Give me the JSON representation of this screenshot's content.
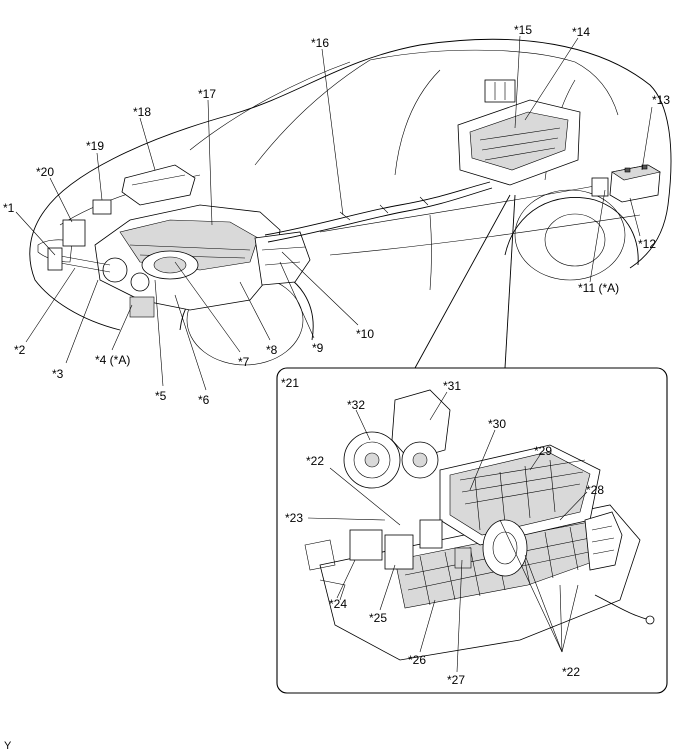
{
  "diagram": {
    "callouts": {
      "c1": "*1",
      "c2": "*2",
      "c3": "*3",
      "c4": "*4 (*A)",
      "c5": "*5",
      "c6": "*6",
      "c7": "*7",
      "c8": "*8",
      "c9": "*9",
      "c10": "*10",
      "c11": "*11 (*A)",
      "c12": "*12",
      "c13": "*13",
      "c14": "*14",
      "c15": "*15",
      "c16": "*16",
      "c17": "*17",
      "c18": "*18",
      "c19": "*19",
      "c20": "*20",
      "c21": "*21",
      "c22a": "*22",
      "c22b": "*22",
      "c23": "*23",
      "c24": "*24",
      "c25": "*25",
      "c26": "*26",
      "c27": "*27",
      "c28": "*28",
      "c29": "*29",
      "c30": "*30",
      "c31": "*31",
      "c32": "*32"
    },
    "footer_code": "Y"
  }
}
